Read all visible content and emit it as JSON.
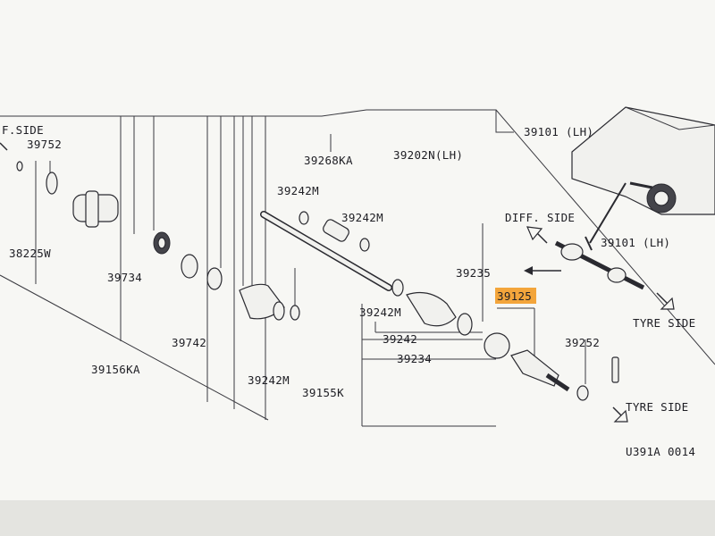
{
  "diagram": {
    "labels": {
      "diff_side_left": "F.SIDE",
      "p39752": "39752",
      "p38225w": "38225W",
      "p39734": "39734",
      "p39742": "39742",
      "p39156ka": "39156KA",
      "p39242m_boot": "39242M",
      "p39268ka": "39268KA",
      "p39202n": "39202N(LH)",
      "p39242m_a": "39242M",
      "p39242m_b": "39242M",
      "p39235": "39235",
      "p39242m_c": "39242M",
      "p39242": "39242",
      "p39234": "39234",
      "p39155k": "39155K",
      "p39125": "39125",
      "p39252": "39252",
      "tyre_side_bottom": "TYRE SIDE",
      "p39101_top": "39101 (LH)",
      "diff_side_inset": "DIFF. SIDE",
      "p39101_inset": "39101 (LH)",
      "tyre_side_inset": "TYRE SIDE",
      "figure_code": "U391A 0014"
    },
    "highlighted_part": "39125",
    "colors": {
      "background": "#fbfbf8",
      "ink": "#1e1e24",
      "highlight": "#f3a53b"
    }
  }
}
